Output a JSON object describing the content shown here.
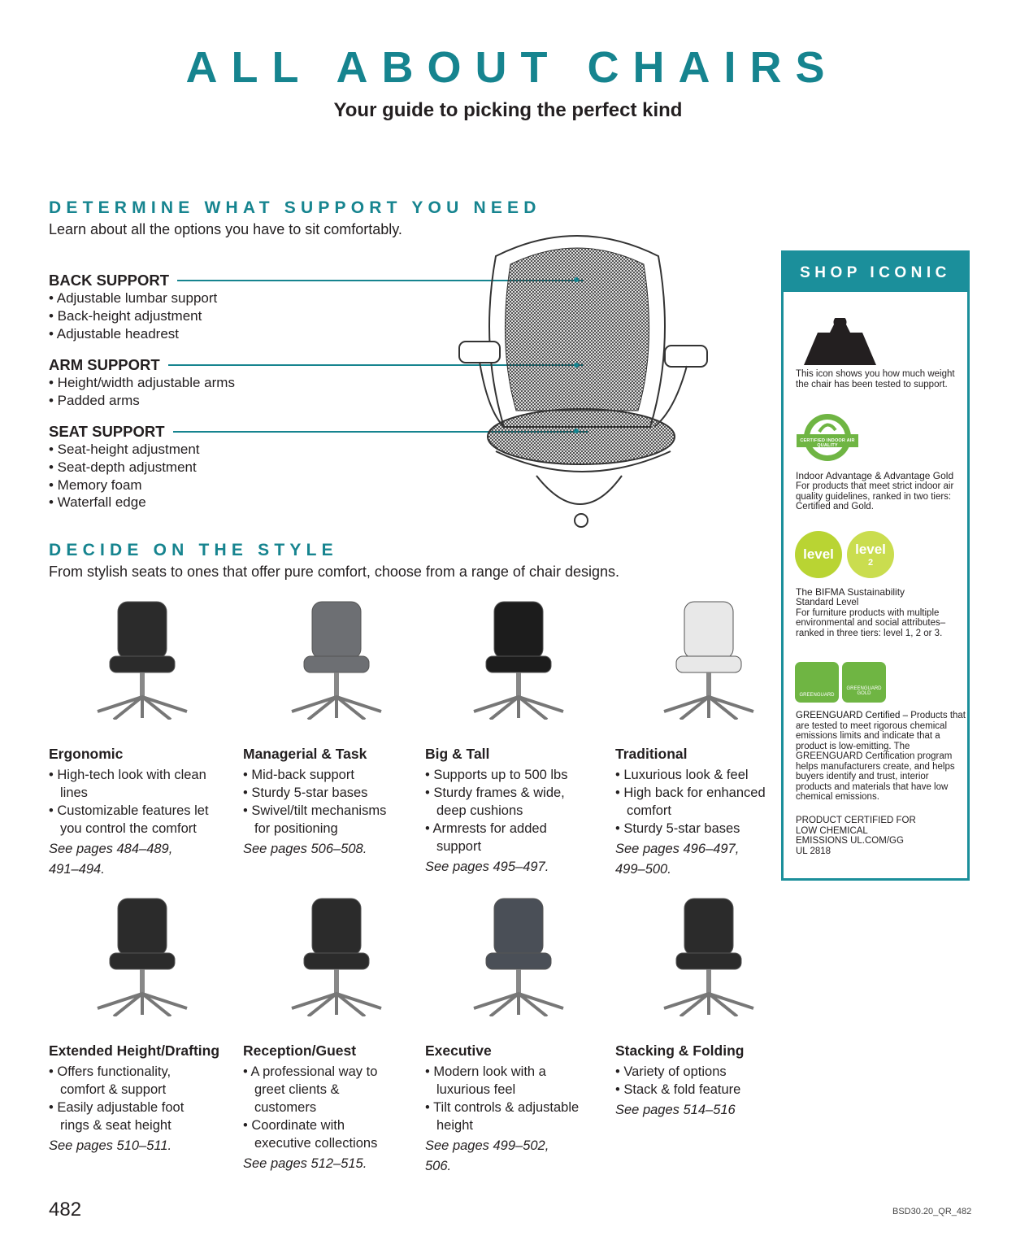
{
  "header": {
    "title": "ALL ABOUT CHAIRS",
    "subtitle": "Your guide to picking the perfect kind"
  },
  "support": {
    "heading": "DETERMINE WHAT SUPPORT YOU NEED",
    "intro": "Learn about all the options you have to sit comfortably.",
    "groups": [
      {
        "title": "BACK SUPPORT",
        "items": [
          "• Adjustable lumbar support",
          "• Back-height adjustment",
          "• Adjustable headrest"
        ]
      },
      {
        "title": "ARM SUPPORT",
        "items": [
          "• Height/width adjustable arms",
          "• Padded arms"
        ]
      },
      {
        "title": "SEAT SUPPORT",
        "items": [
          "• Seat-height adjustment",
          "• Seat-depth adjustment",
          "• Memory foam",
          "• Waterfall edge"
        ]
      }
    ]
  },
  "style": {
    "heading": "DECIDE ON THE STYLE",
    "intro": "From stylish seats to ones that offer pure comfort, choose from a range of chair designs.",
    "cards": [
      {
        "title": "Ergonomic",
        "items": [
          "• High-tech look with clean lines",
          "• Customizable features let you control the comfort"
        ],
        "pages": "See pages 484–489, 491–494."
      },
      {
        "title": "Managerial & Task",
        "items": [
          "• Mid-back support",
          "• Sturdy 5-star bases",
          "• Swivel/tilt mechanisms for positioning"
        ],
        "pages": "See pages 506–508."
      },
      {
        "title": "Big & Tall",
        "items": [
          "• Supports up to 500 lbs",
          "• Sturdy frames & wide, deep cushions",
          "• Armrests for added support"
        ],
        "pages": "See pages 495–497."
      },
      {
        "title": "Traditional",
        "items": [
          "• Luxurious look & feel",
          "• High back for enhanced comfort",
          "• Sturdy 5-star bases"
        ],
        "pages": "See pages 496–497, 499–500."
      },
      {
        "title": "Extended Height/Drafting",
        "items": [
          "• Offers functionality, comfort & support",
          "• Easily adjustable foot rings & seat height"
        ],
        "pages": "See pages 510–511."
      },
      {
        "title": "Reception/Guest",
        "items": [
          "• A professional way to greet clients & customers",
          "• Coordinate with executive collections"
        ],
        "pages": "See pages 512–515."
      },
      {
        "title": "Executive",
        "items": [
          "• Modern look with a luxurious feel",
          "• Tilt controls & adjustable height"
        ],
        "pages": "See pages 499–502, 506."
      },
      {
        "title": "Stacking & Folding",
        "items": [
          "• Variety of options",
          "• Stack & fold feature"
        ],
        "pages": "See pages 514–516"
      }
    ]
  },
  "sidebar": {
    "heading": "SHOP ICONIC",
    "weight_text": "This icon shows you how much weight the chair has been tested to support.",
    "indoor_title": "Indoor Advantage & Advantage Gold",
    "indoor_text": "For products that meet strict indoor air quality guidelines, ranked in two tiers: Certified and Gold.",
    "indoor_logo_text": "CERTIFIED INDOOR AIR QUALITY",
    "level_logo": "level",
    "level_logo_2": "2",
    "bifma_title": "The BIFMA Sustainability",
    "bifma_text": "Standard Level\nFor furniture products with multiple environmental and social attributes– ranked in three tiers: level 1, 2 or 3.",
    "gg_logo": "GREENGUARD",
    "gg_logo_gold": "GOLD",
    "gg_title": "GREENGUARD Certified –",
    "gg_text": " Products that are tested to meet rigorous chemical emissions limits and indicate that a product is low-emitting. The GREENGUARD Certification program helps manufacturers create, and helps buyers identify and trust, interior products and materials that have low chemical emissions.",
    "gg_cert": "PRODUCT CERTIFIED FOR LOW CHEMICAL EMISSIONS UL.COM/GG UL 2818"
  },
  "footer": {
    "page": "482",
    "code": "BSD30.20_QR_482"
  },
  "colors": {
    "teal": "#16848f",
    "green": "#6fb543",
    "lime": "#b9d433"
  }
}
